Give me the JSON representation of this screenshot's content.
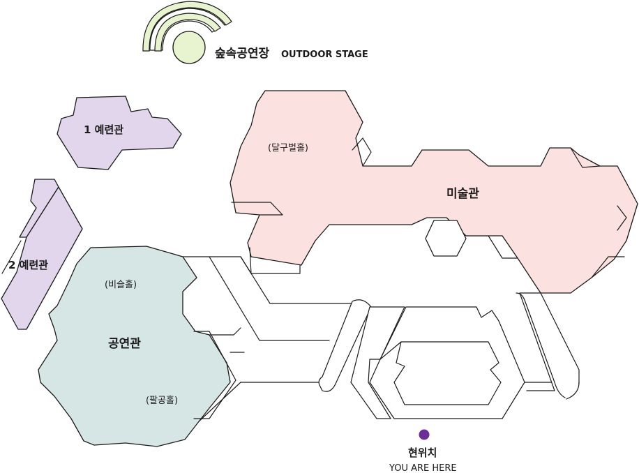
{
  "outdoor_stage": {
    "label_ko": "숲속공연장",
    "label_en": "OUTDOOR STAGE"
  },
  "buildings": {
    "yeryeon1": {
      "label": "1 예련관"
    },
    "yeryeon2": {
      "label": "2 예련관"
    },
    "art_museum": {
      "label": "미술관",
      "sub_label": "(달구벌홀)"
    },
    "performance": {
      "label": "공연관",
      "sub_label_1": "(비슬홀)",
      "sub_label_2": "(팔공홀)"
    }
  },
  "you_are_here": {
    "label_ko": "현위치",
    "label_en": "YOU ARE HERE"
  },
  "colors": {
    "yeryeon_fill": "#e2d6ec",
    "art_fill": "#fbe1df",
    "performance_fill": "#d6e6e4",
    "stage_fill": "#e8f3cf",
    "marker": "#6b2f9a"
  }
}
